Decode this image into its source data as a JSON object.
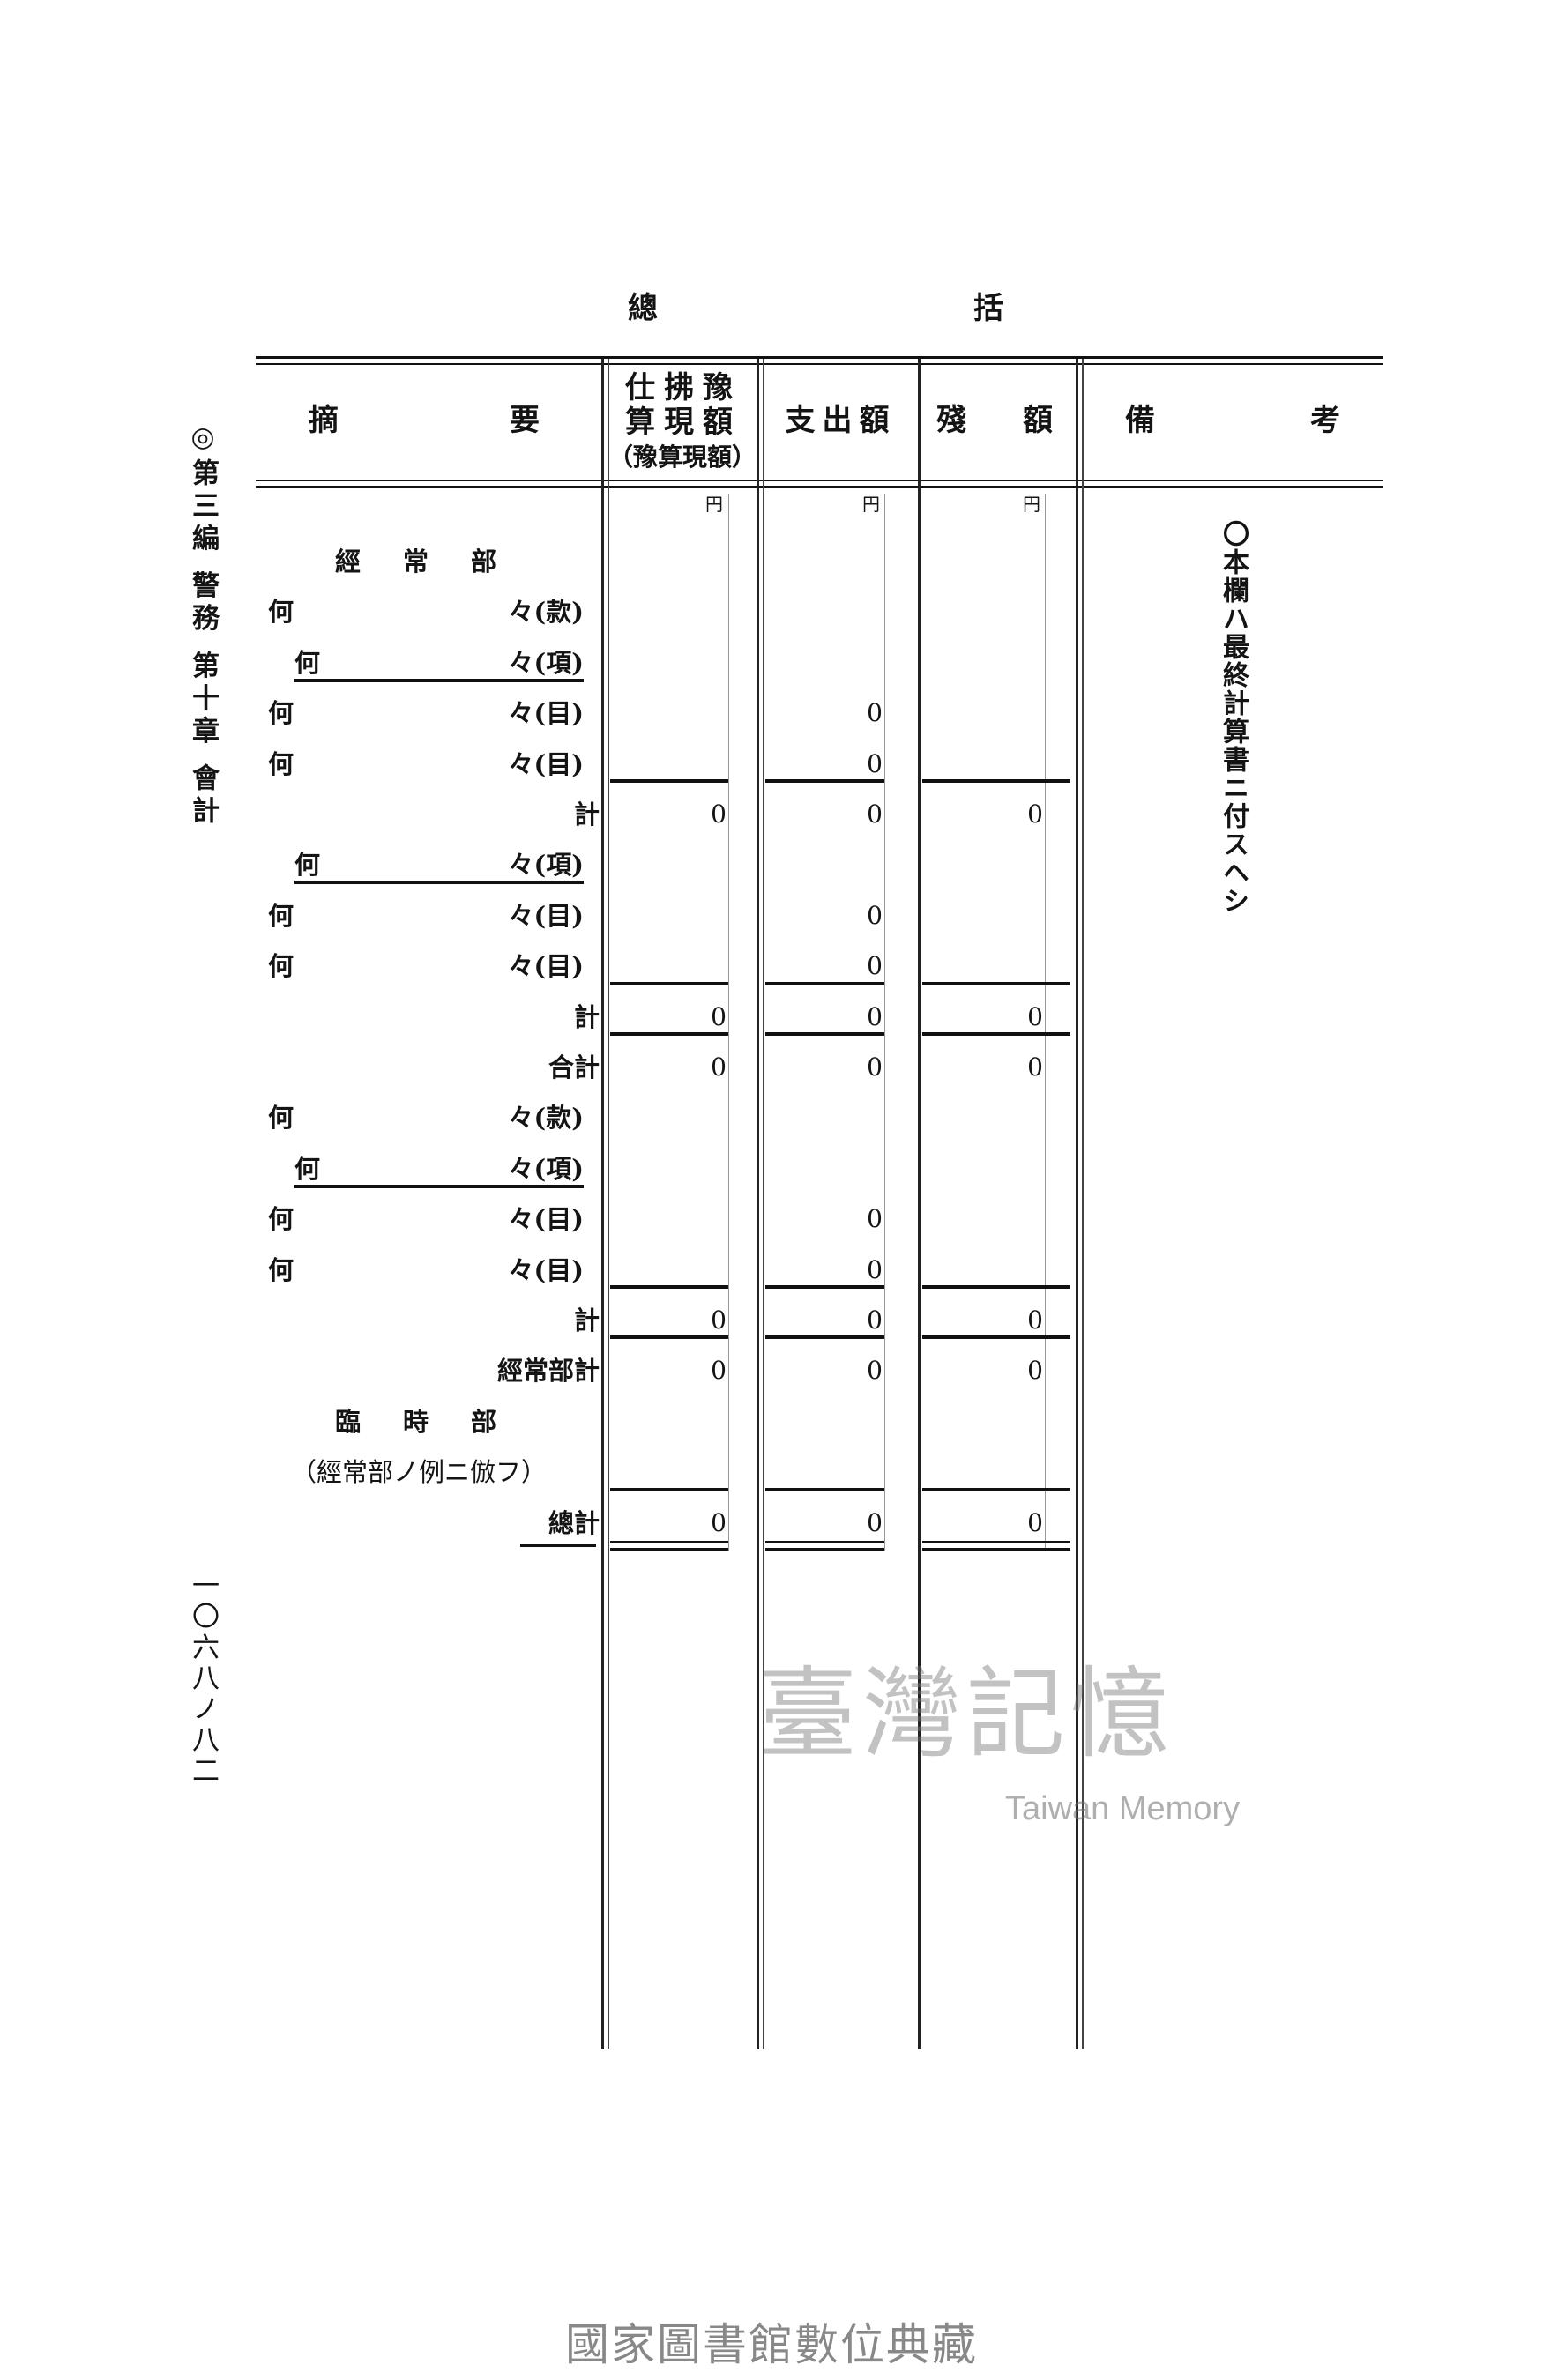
{
  "page_title": [
    "總",
    "括"
  ],
  "side_header": "◎第三編 警務 第十章 會計",
  "page_number": "一〇六八ノ八二",
  "remarks_note": "〇本欄ハ最終計算書ニ付スヘシ",
  "table": {
    "headers": {
      "summary": [
        "摘",
        "要"
      ],
      "budget": [
        "仕拂豫",
        "算現額",
        "（豫算現額）"
      ],
      "expenditure": "支出額",
      "balance": [
        "殘",
        "額"
      ],
      "remarks": [
        "備",
        "考"
      ]
    },
    "unit": "円",
    "rows": [
      {
        "type": "section",
        "text": "經常部"
      },
      {
        "type": "item",
        "left": "何",
        "right": "々(款)",
        "indent": false,
        "underline": false,
        "values": [
          null,
          null,
          null
        ]
      },
      {
        "type": "item",
        "left": "何",
        "right": "々(項)",
        "indent": true,
        "underline": true,
        "values": [
          null,
          null,
          null
        ]
      },
      {
        "type": "item",
        "left": "何",
        "right": "々(目)",
        "indent": false,
        "underline": false,
        "values": [
          null,
          "0",
          null
        ]
      },
      {
        "type": "item",
        "left": "何",
        "right": "々(目)",
        "indent": false,
        "underline": false,
        "values": [
          null,
          "0",
          null
        ]
      },
      {
        "type": "total",
        "right": "計",
        "values": [
          "0",
          "0",
          "0"
        ]
      },
      {
        "type": "item",
        "left": "何",
        "right": "々(項)",
        "indent": true,
        "underline": true,
        "values": [
          null,
          null,
          null
        ]
      },
      {
        "type": "item",
        "left": "何",
        "right": "々(目)",
        "indent": false,
        "underline": false,
        "values": [
          null,
          "0",
          null
        ]
      },
      {
        "type": "item",
        "left": "何",
        "right": "々(目)",
        "indent": false,
        "underline": false,
        "values": [
          null,
          "0",
          null
        ]
      },
      {
        "type": "total",
        "right": "計",
        "values": [
          "0",
          "0",
          "0"
        ]
      },
      {
        "type": "total",
        "right": "合計",
        "values": [
          "0",
          "0",
          "0"
        ]
      },
      {
        "type": "item",
        "left": "何",
        "right": "々(款)",
        "indent": false,
        "underline": false,
        "values": [
          null,
          null,
          null
        ]
      },
      {
        "type": "item",
        "left": "何",
        "right": "々(項)",
        "indent": true,
        "underline": true,
        "values": [
          null,
          null,
          null
        ]
      },
      {
        "type": "item",
        "left": "何",
        "right": "々(目)",
        "indent": false,
        "underline": false,
        "values": [
          null,
          "0",
          null
        ]
      },
      {
        "type": "item",
        "left": "何",
        "right": "々(目)",
        "indent": false,
        "underline": false,
        "values": [
          null,
          "0",
          null
        ]
      },
      {
        "type": "total",
        "right": "計",
        "values": [
          "0",
          "0",
          "0"
        ]
      },
      {
        "type": "total",
        "right": "經常部計",
        "values": [
          "0",
          "0",
          "0"
        ]
      },
      {
        "type": "section",
        "text": "臨時部"
      },
      {
        "type": "note",
        "text": "（經常部ノ例ニ倣フ）"
      },
      {
        "type": "total",
        "right": "總計",
        "values": [
          "0",
          "0",
          "0"
        ]
      }
    ]
  },
  "watermark": {
    "chinese": "臺灣記憶",
    "english": "Taiwan Memory"
  },
  "footer": "國家圖書館數位典藏"
}
